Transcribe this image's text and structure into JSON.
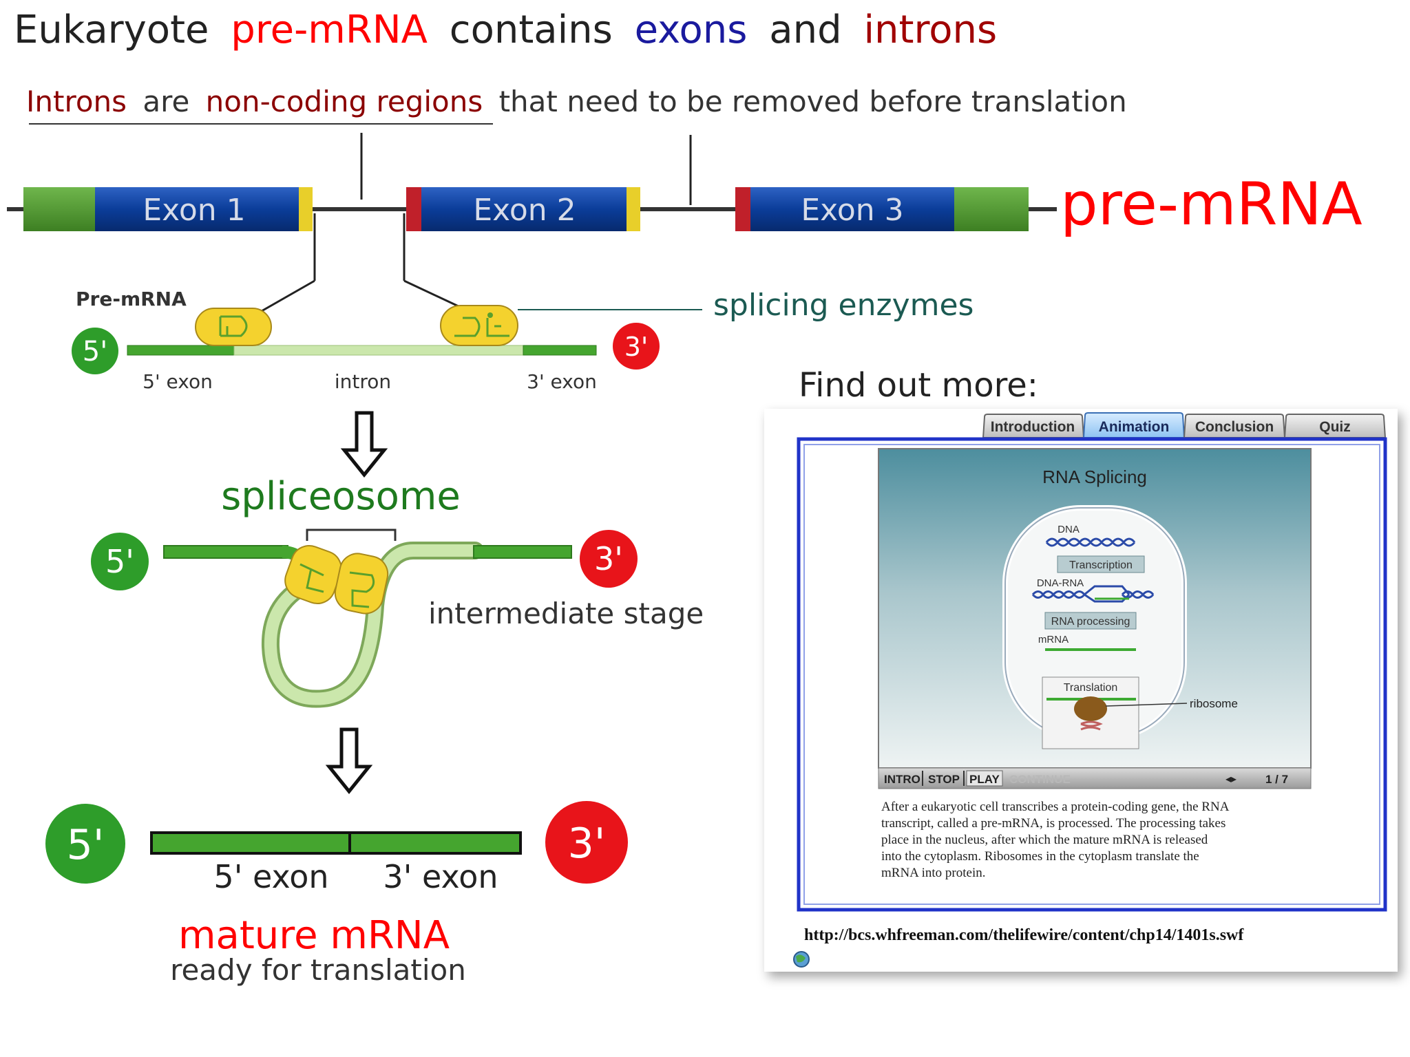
{
  "title": {
    "w1": "Eukaryote",
    "w2": "pre-mRNA",
    "w3": "contains",
    "w4": "exons",
    "w5": "and",
    "w6": "introns",
    "colors": {
      "dark": "#222222",
      "red": "#ff0000",
      "blue": "#1a1a9e",
      "darkred": "#a00000"
    }
  },
  "subtitle": {
    "a": "Introns",
    "b": "are",
    "c": "non-coding regions",
    "d": "that need to be removed before translation"
  },
  "premrna": {
    "exon1": "Exon 1",
    "exon2": "Exon 2",
    "exon3": "Exon 3",
    "label": "pre-mRNA"
  },
  "splicing": {
    "small_label": "Pre-mRNA",
    "five": "5'",
    "three": "3'",
    "exon5": "5' exon",
    "intron": "intron",
    "exon3": "3' exon",
    "enzymes": "splicing enzymes"
  },
  "spliceosome": {
    "label": "spliceosome",
    "five": "5'",
    "three": "3'",
    "intermediate": "intermediate stage"
  },
  "mature": {
    "five": "5'",
    "three": "3'",
    "exon5": "5' exon",
    "exon3": "3' exon",
    "label": "mature mRNA",
    "sub": "ready for translation"
  },
  "findout": {
    "label": "Find out more:",
    "tabs": [
      "Introduction",
      "Animation",
      "Conclusion",
      "Quiz"
    ],
    "active_tab": "Animation",
    "anim": {
      "title": "RNA Splicing",
      "dna": "DNA",
      "transcription": "Transcription",
      "dnarna": "DNA-RNA",
      "processing": "RNA processing",
      "mrna": "mRNA",
      "translation": "Translation",
      "ribosome": "ribosome"
    },
    "controls": [
      "INTRO",
      "STOP",
      "PLAY",
      "CONTINUE"
    ],
    "page": "1 / 7",
    "caption": [
      "After a eukaryotic cell transcribes a protein-coding gene, the RNA",
      "transcript, called a pre-mRNA, is processed. The processing takes",
      "place in the nucleus, after which the mature mRNA is released",
      "into the cytoplasm. Ribosomes in the cytoplasm translate the",
      "mRNA into protein."
    ],
    "url": "http://bcs.whfreeman.com/thelifewire/content/chp14/1401s.swf"
  },
  "palette": {
    "exon_blue": "#0b3d99",
    "exon_green": "#4e9a2c",
    "bright_green": "#3daa32",
    "light_green": "#c9e6a8",
    "enzyme_yellow": "#f4d22e",
    "cap_red": "#e8141a",
    "splice_teal": "#1b5a52",
    "panel_blue": "#2033c8"
  }
}
